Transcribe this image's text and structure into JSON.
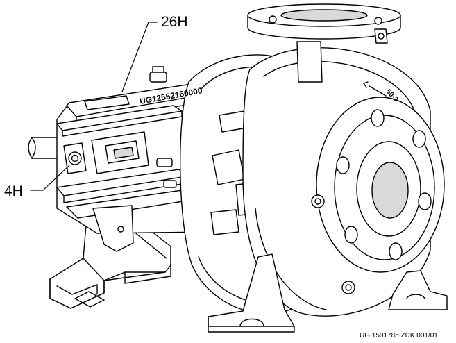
{
  "callouts": {
    "label_26h": "26H",
    "label_4h": "4H"
  },
  "nameplate_text": "UG12552160000",
  "arrow_marking": "50-3",
  "drawing_reference": "UG 1501785  ZDK  001/01",
  "colors": {
    "line": "#000000",
    "background": "#ffffff",
    "shade": "#d9d9d9"
  }
}
